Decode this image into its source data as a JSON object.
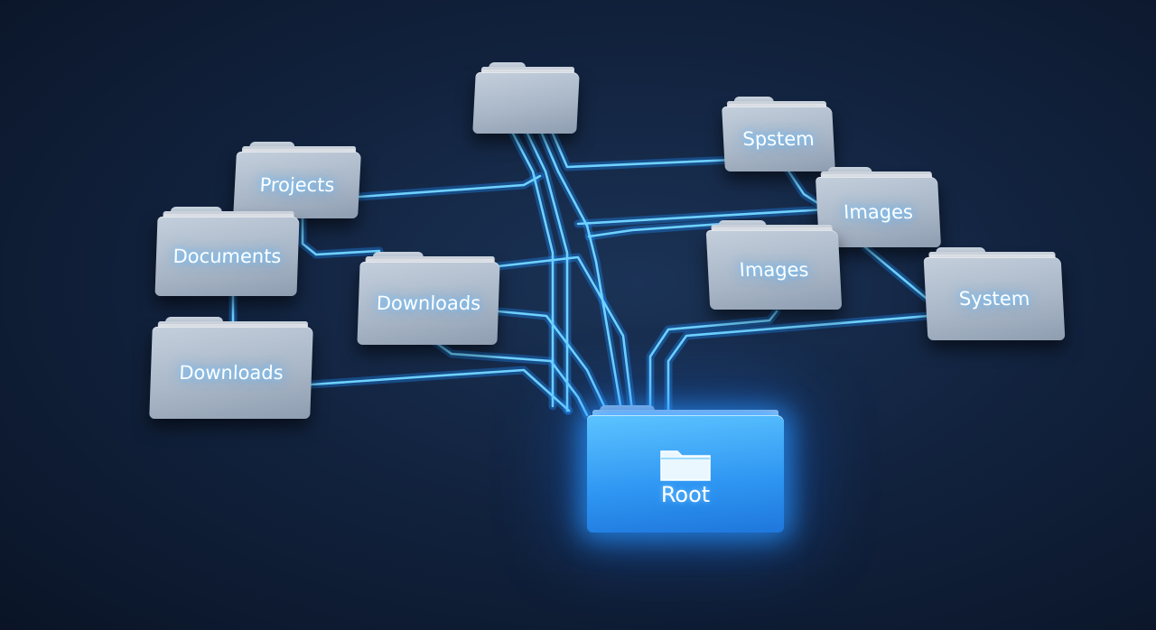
{
  "diagram": {
    "root": {
      "label": "Root",
      "icon": "folder-icon"
    },
    "folders": [
      {
        "id": "top-unlabeled",
        "label": ""
      },
      {
        "id": "projects",
        "label": "Projects"
      },
      {
        "id": "documents",
        "label": "Documents"
      },
      {
        "id": "downloads-left",
        "label": "Downloads"
      },
      {
        "id": "downloads-center",
        "label": "Downloads"
      },
      {
        "id": "spstem",
        "label": "Spstem"
      },
      {
        "id": "images-right",
        "label": "Images"
      },
      {
        "id": "images-center",
        "label": "Images"
      },
      {
        "id": "system",
        "label": "System"
      }
    ],
    "colors": {
      "background": "#12233f",
      "link": "#6fd2ff",
      "root": "#2e95f2",
      "folder": "#a9b7c8"
    }
  }
}
